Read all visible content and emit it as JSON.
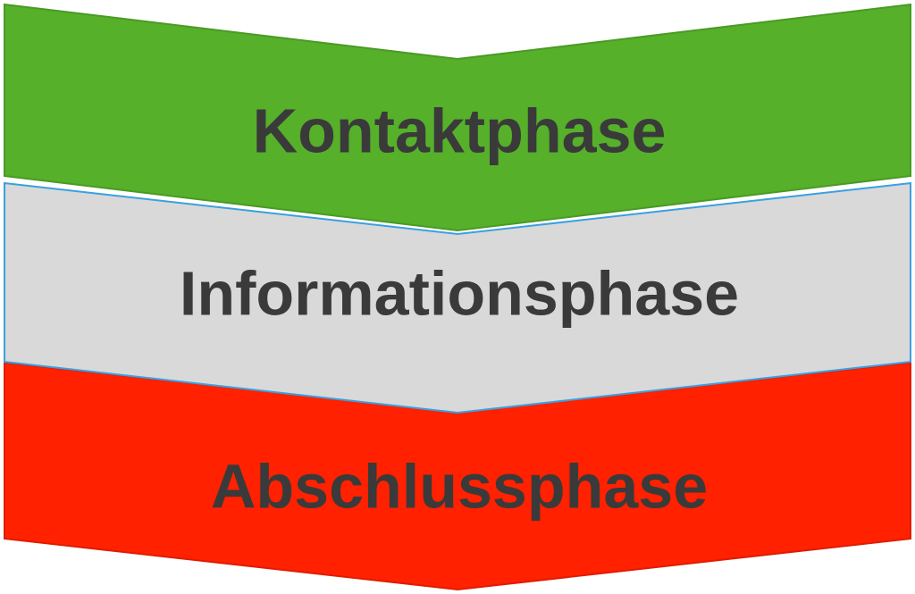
{
  "phases": [
    {
      "label": "Kontaktphase",
      "fill": "#56b02a",
      "stroke": "#4a9a24"
    },
    {
      "label": "Informationsphase",
      "fill": "#d9d9d9",
      "stroke": "#3aa0e0"
    },
    {
      "label": "Abschlussphase",
      "fill": "#ff2100",
      "stroke": "#e01c00"
    }
  ],
  "text_color": "#3a3a3a"
}
